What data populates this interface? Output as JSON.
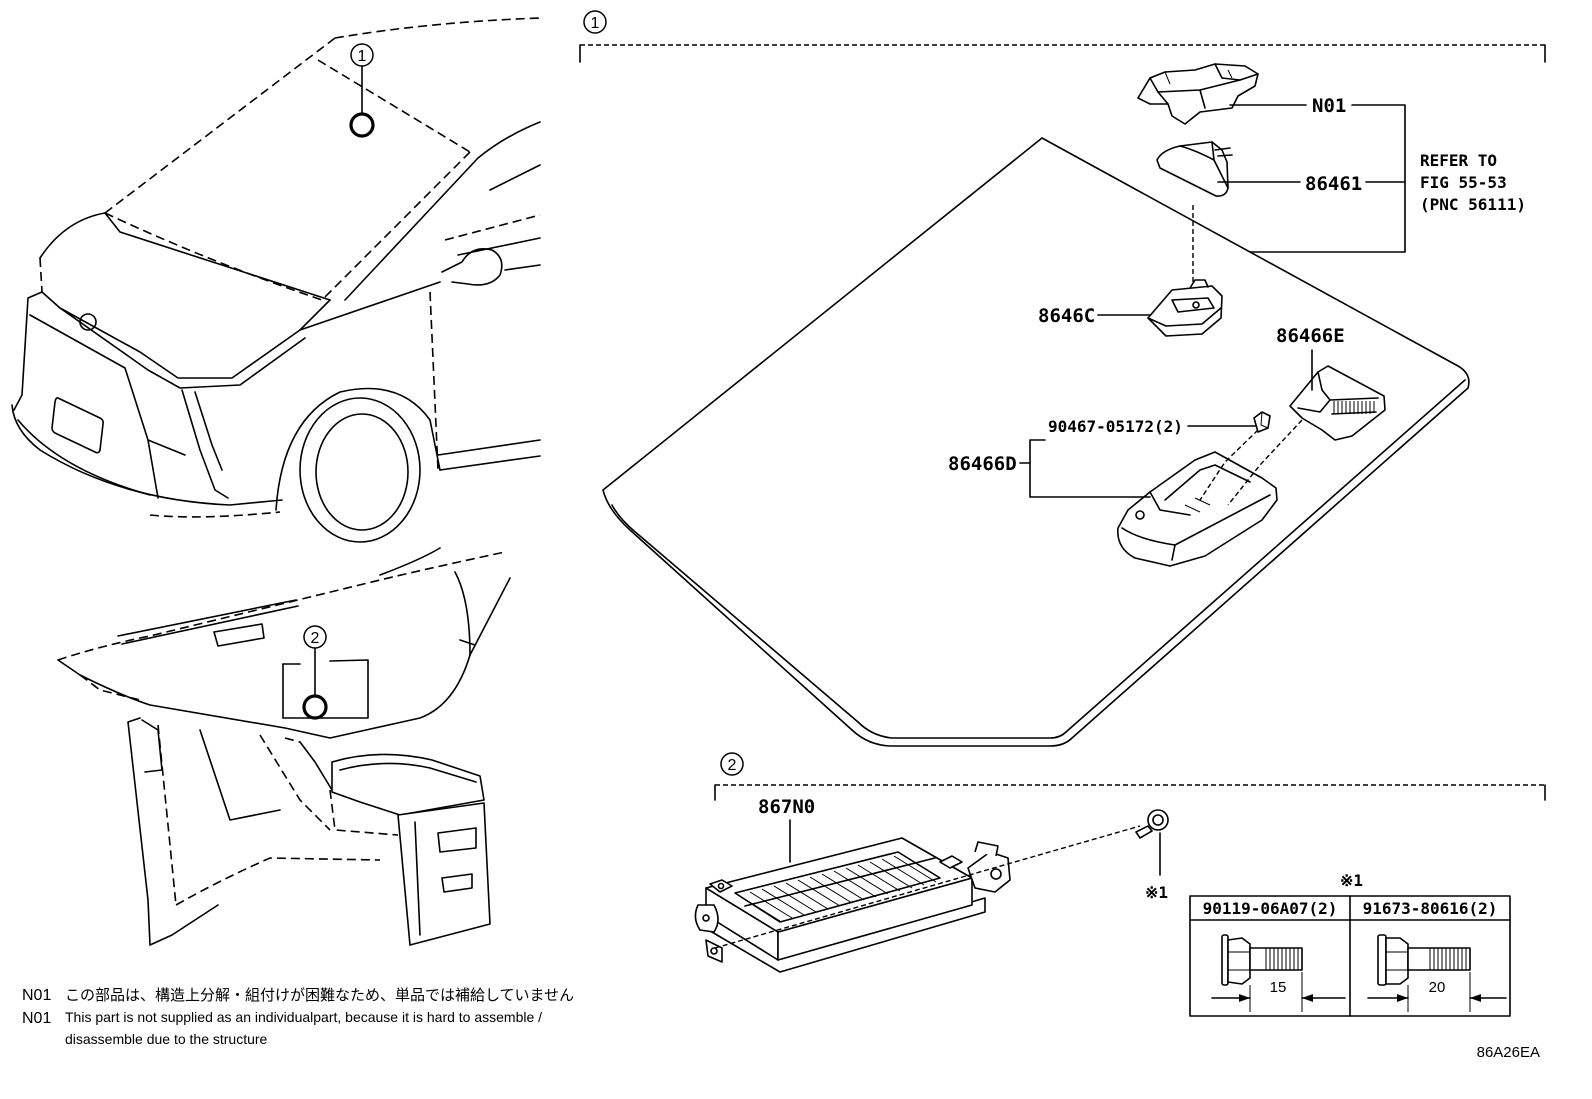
{
  "callouts": {
    "group_1": "1",
    "group_2": "2",
    "vehicle_1": "1",
    "vehicle_2": "2"
  },
  "parts": {
    "bracket": "N01",
    "cover": "86461",
    "camera": "8646C",
    "cover_e": "86466E",
    "clip": "90467-05172(2)",
    "housing_d": "86466D",
    "ecu": "867N0"
  },
  "reference": {
    "line1": "REFER TO",
    "line2": "FIG 55-53",
    "line3": "(PNC 56111)"
  },
  "bolt_mark": "※1",
  "fastener_table": {
    "mark": "※1",
    "columns": [
      {
        "part_no": "90119-06A07(2)",
        "length": "15"
      },
      {
        "part_no": "91673-80616(2)",
        "length": "20"
      }
    ]
  },
  "notes": [
    {
      "code": "N01",
      "text": "この部品は、構造上分解・組付けが困難なため、単品では補給していません"
    },
    {
      "code": "N01",
      "text": "This part is not supplied as an individualpart, because it is hard to assemble /",
      "continuation": "disassemble due to the structure"
    }
  ],
  "figure_id": "86A26EA"
}
